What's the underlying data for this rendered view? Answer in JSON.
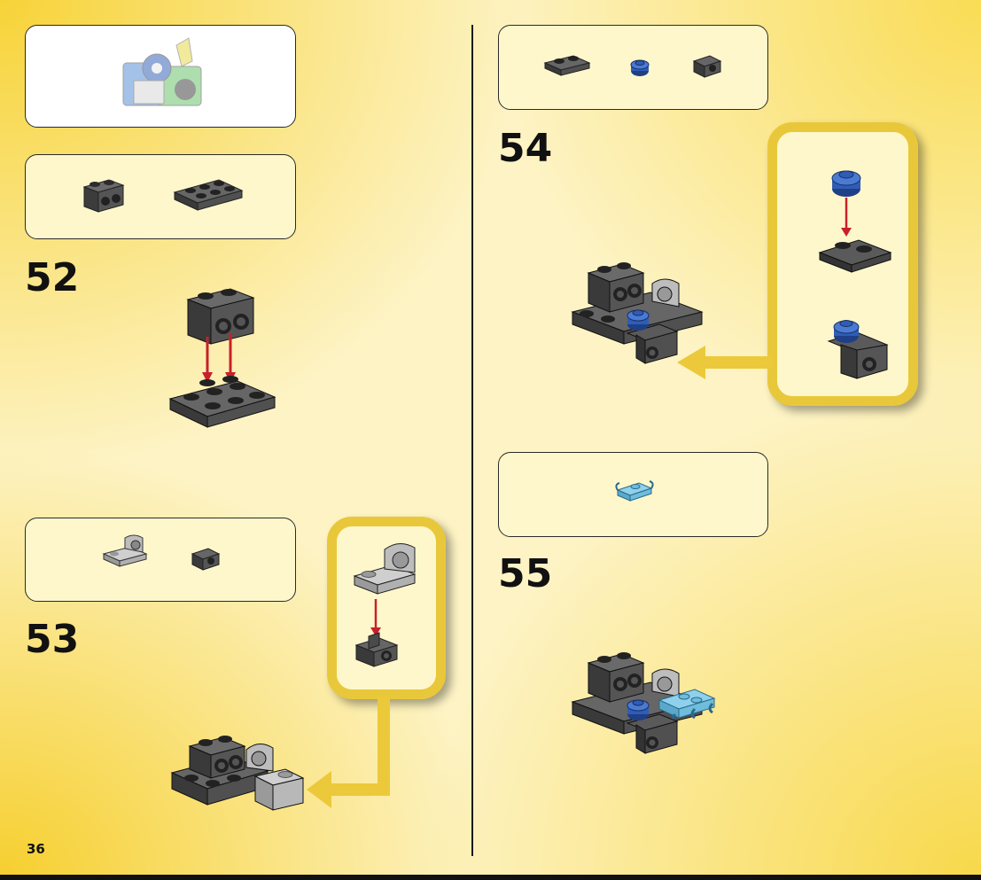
{
  "steps": {
    "step52": "52",
    "step53": "53",
    "step54": "54",
    "step55": "55"
  },
  "page_number": "36",
  "colors": {
    "callout_fill": "#fff7cc",
    "sub_frame": "#e8c83a",
    "brick_dark": "#4a4a4a",
    "brick_light": "#bdbdbd",
    "brick_blue": "#2f5db5",
    "brick_azure": "#7ec8e8",
    "arrow_red": "#c8202a"
  },
  "icons": {
    "preview_model": "model-preview-icon",
    "brick_1x2": "brick-1x2-icon",
    "plate_2x3": "plate-2x3-icon",
    "bracket": "bracket-icon",
    "bracket_small": "bracket-small-icon",
    "plate_1x2": "plate-1x2-icon",
    "round_plate": "round-plate-icon",
    "clip_plate": "clip-plate-icon"
  }
}
